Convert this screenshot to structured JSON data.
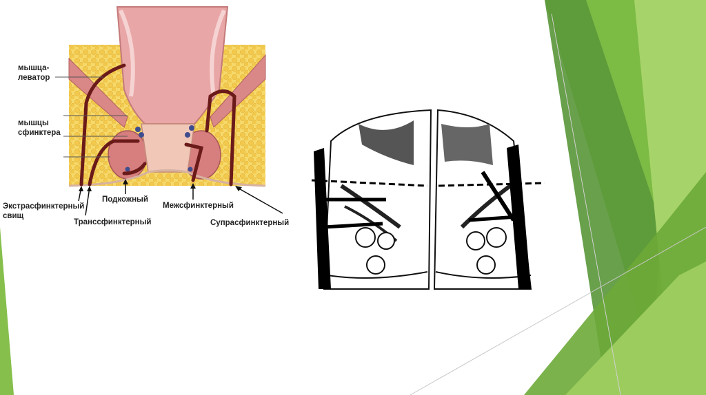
{
  "anatomy_labels": {
    "levator": "мышца-\nлеватор",
    "sphincter": "мышцы\nсфинктера",
    "extrasphincteric": "Экстрасфинктерный\nсвищ",
    "transsphincteric": "Транссфинктерный",
    "subcutaneous": "Подкожный",
    "intersphincteric": "Межсфинктерный",
    "suprasphincteric": "Супрасфинктерный"
  },
  "colors": {
    "background": "#ffffff",
    "accent_dark_green": "#5a9a2a",
    "accent_light_green": "#a8d67a",
    "fistula": "#6b1a1a",
    "tissue_pink": "#e9a6a6",
    "fat_yellow": "#f3cf5c"
  }
}
